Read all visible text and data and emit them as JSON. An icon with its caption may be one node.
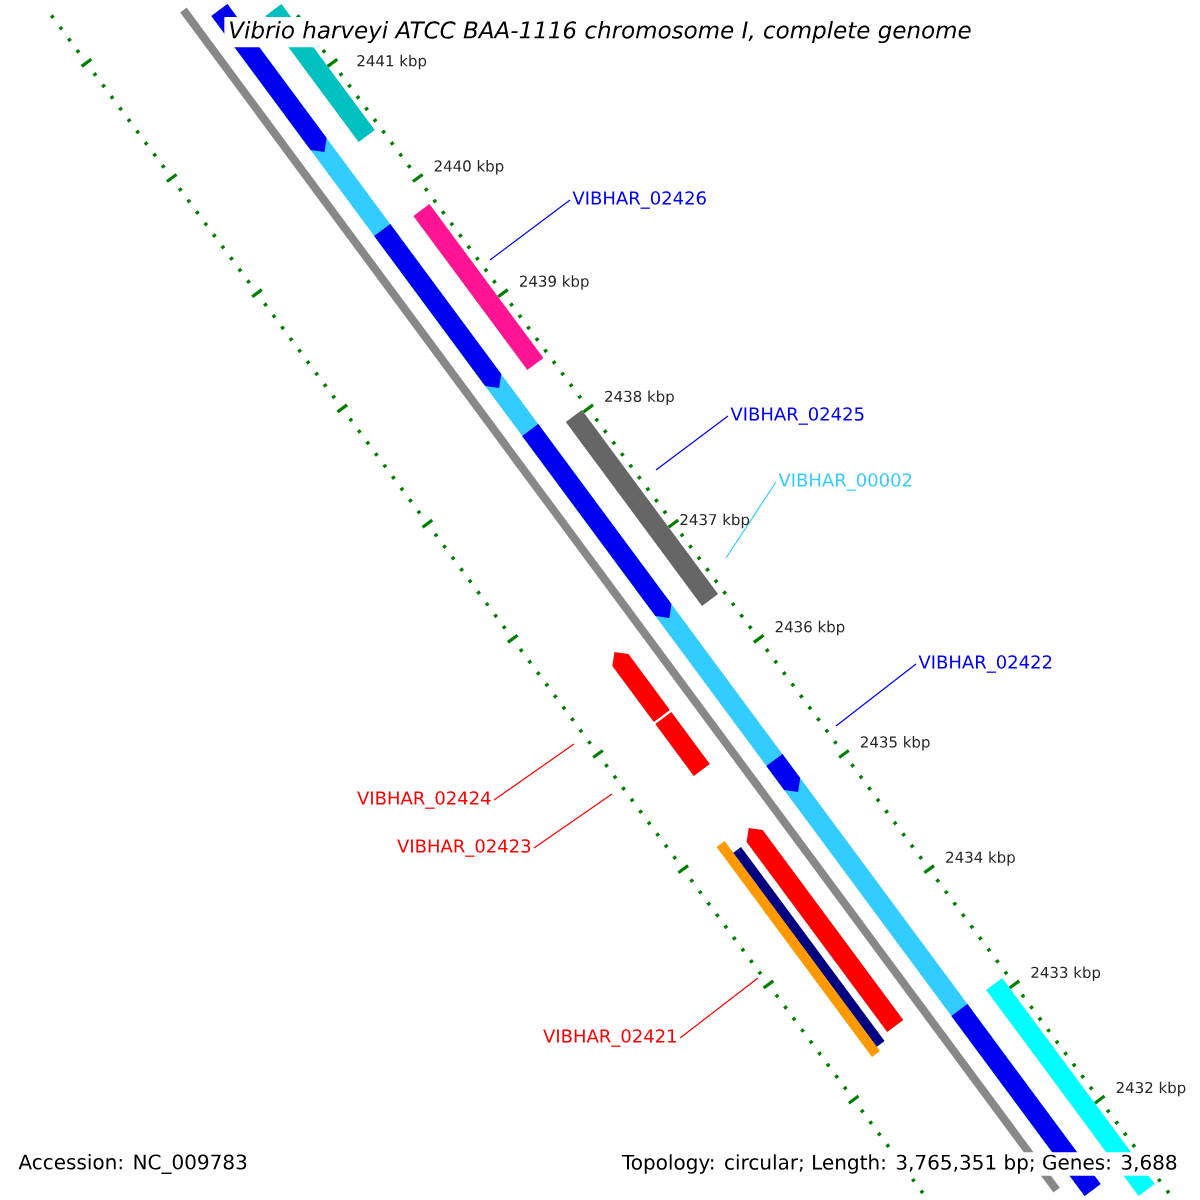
{
  "diagram": {
    "title": "Vibrio harveyi ATCC BAA-1116 chromosome I, complete genome",
    "nodes": [
      {
        "text": [
          "VIBHAR_02426"
        ]
      },
      {
        "text": [
          "VIBHAR_02425"
        ]
      },
      {
        "text": [
          "VIBHAR_00002"
        ]
      },
      {
        "text": [
          "VIBHAR_02422"
        ]
      },
      {
        "text": [
          "VIBHAR_02424"
        ]
      },
      {
        "text": [
          "VIBHAR_02423"
        ]
      },
      {
        "text": [
          "VIBHAR_02421"
        ]
      }
    ],
    "edges": [
      {
        "from": 0,
        "to": null,
        "arrow": "none",
        "color": "#0000ff"
      },
      {
        "from": 1,
        "to": null,
        "arrow": "none",
        "color": "#0000ff"
      },
      {
        "from": 2,
        "to": null,
        "arrow": "none",
        "color": "#33ccff"
      },
      {
        "from": 3,
        "to": null,
        "arrow": "none",
        "color": "#0000ff"
      },
      {
        "from": 4,
        "to": null,
        "arrow": "none",
        "color": "#ff0000"
      },
      {
        "from": 5,
        "to": null,
        "arrow": "none",
        "color": "#ff0000"
      },
      {
        "from": 6,
        "to": null,
        "arrow": "none",
        "color": "#ff0000"
      }
    ],
    "labels": [
      "2441 kbp",
      "2440 kbp",
      "2439 kbp",
      "2438 kbp",
      "2437 kbp",
      "2436 kbp",
      "2435 kbp",
      "2434 kbp",
      "2433 kbp",
      "2432 kbp",
      "Accession: NC_009783",
      "Topology: circular; Length: 3,765,351 bp; Genes: 3,688"
    ]
  }
}
